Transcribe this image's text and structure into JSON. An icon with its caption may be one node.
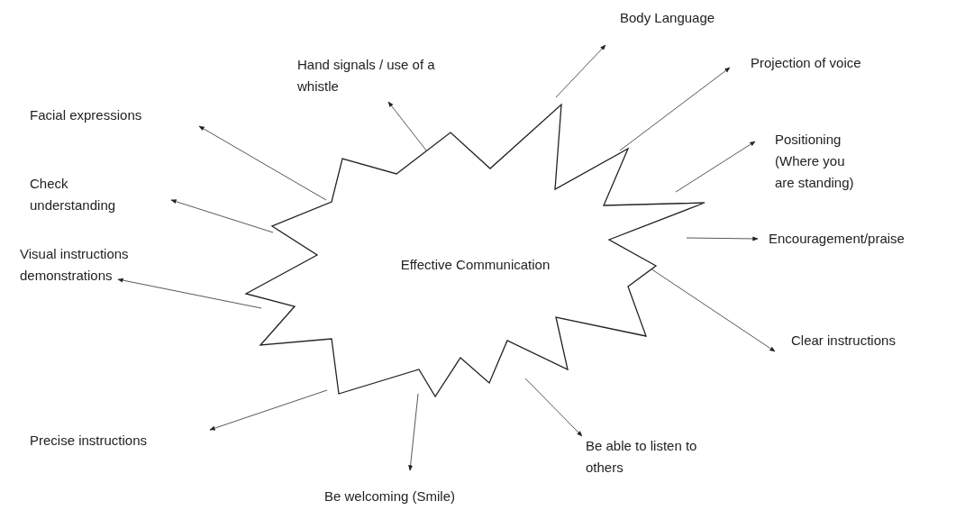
{
  "diagram": {
    "nodes": [
      {
        "text": [
          "Effective Communication"
        ]
      },
      {
        "text": [
          "Body Language"
        ]
      },
      {
        "text": [
          "Hand signals / use of a whistle"
        ]
      },
      {
        "text": [
          "Projection of voice"
        ]
      },
      {
        "text": [
          "Facial expressions"
        ]
      },
      {
        "text": [
          "Positioning (Where you are standing)"
        ]
      },
      {
        "text": [
          "Check understanding"
        ]
      },
      {
        "text": [
          "Encouragement/praise"
        ]
      },
      {
        "text": [
          "Visual instructions demonstrations"
        ]
      },
      {
        "text": [
          "Clear instructions"
        ]
      },
      {
        "text": [
          "Precise instructions"
        ]
      },
      {
        "text": [
          "Be able to listen to others"
        ]
      },
      {
        "text": [
          "Be welcoming (Smile)"
        ]
      }
    ],
    "edges": [
      {
        "from": 0,
        "to": 1,
        "arrow": "to"
      },
      {
        "from": 0,
        "to": 2,
        "arrow": "to"
      },
      {
        "from": 0,
        "to": 3,
        "arrow": "to"
      },
      {
        "from": 0,
        "to": 4,
        "arrow": "to"
      },
      {
        "from": 0,
        "to": 5,
        "arrow": "to"
      },
      {
        "from": 0,
        "to": 6,
        "arrow": "to"
      },
      {
        "from": 0,
        "to": 7,
        "arrow": "to"
      },
      {
        "from": 0,
        "to": 8,
        "arrow": "to"
      },
      {
        "from": 0,
        "to": 9,
        "arrow": "to"
      },
      {
        "from": 0,
        "to": 10,
        "arrow": "to"
      },
      {
        "from": 0,
        "to": 11,
        "arrow": "to"
      },
      {
        "from": 0,
        "to": 12,
        "arrow": "to"
      }
    ]
  }
}
